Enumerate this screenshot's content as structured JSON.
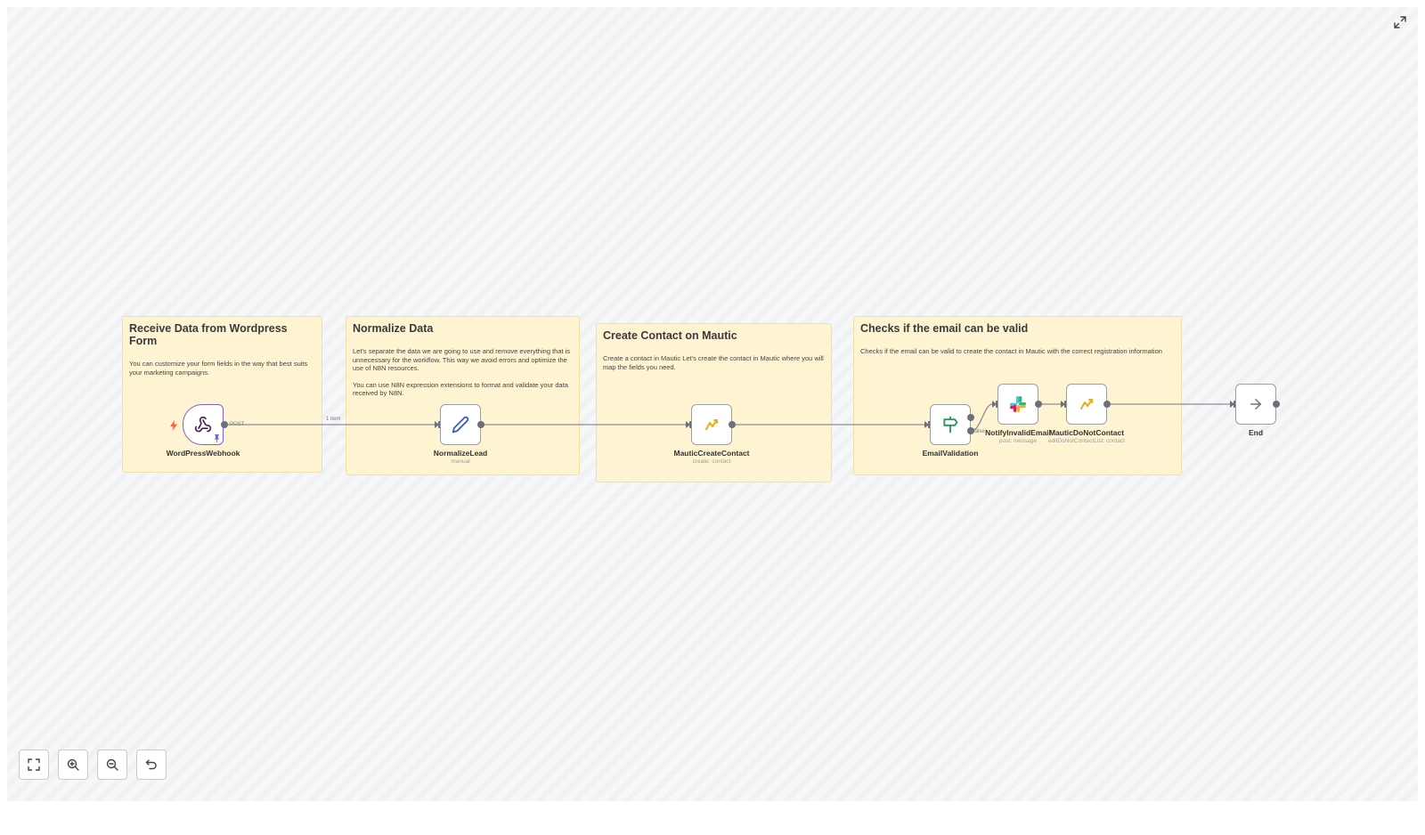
{
  "stickies": [
    {
      "title": "Receive Data from Wordpress Form",
      "paragraphs": [
        "You can customize your form fields in the way that best suits your marketing campaigns."
      ]
    },
    {
      "title": "Normalize Data",
      "paragraphs": [
        "Let's separate the data we are going to use and remove everything that is unnecessary for the workflow. This way we avoid errors and optimize the use of N8N resources.",
        "You can use N8N expression extensions to format and validate your data received by N8N."
      ]
    },
    {
      "title": "Create Contact on Mautic",
      "paragraphs": [
        "Create a contact in Mautic Let's create the contact in Mautic where you will map the fields you need."
      ]
    },
    {
      "title": "Checks if the email can be valid",
      "paragraphs": [
        "Checks if the email can be valid to create the contact in Mautic with the correct registration information"
      ]
    }
  ],
  "nodes": {
    "webhook": {
      "label": "WordPressWebhook",
      "port_label": "POST",
      "icon": "webhook-icon"
    },
    "normalize": {
      "label": "NormalizeLead",
      "sub": "manual",
      "icon": "pencil-icon"
    },
    "create_contact": {
      "label": "MauticCreateContact",
      "sub": "create: contact",
      "icon": "mautic-icon"
    },
    "validation": {
      "label": "EmailValidation",
      "icon": "signpost-icon"
    },
    "notify": {
      "label": "NotifyInvalidEmail",
      "sub": "post: message",
      "icon": "slack-icon"
    },
    "dnc": {
      "label": "MauticDoNotContact",
      "sub": "editDoNotContactList: contact",
      "icon": "mautic-icon"
    },
    "end": {
      "label": "End",
      "icon": "arrow-right-icon"
    }
  },
  "edges": {
    "items_label": "1 item",
    "false_label": "false"
  },
  "controls": [
    "fit-view",
    "zoom-in",
    "zoom-out",
    "reset"
  ],
  "colors": {
    "sticky_bg": "#fff4d1",
    "trigger_border": "#7b5fd6",
    "mautic": "#f0a81c",
    "validation": "#1f9a55",
    "trigger_bolt": "#ff5c48"
  }
}
